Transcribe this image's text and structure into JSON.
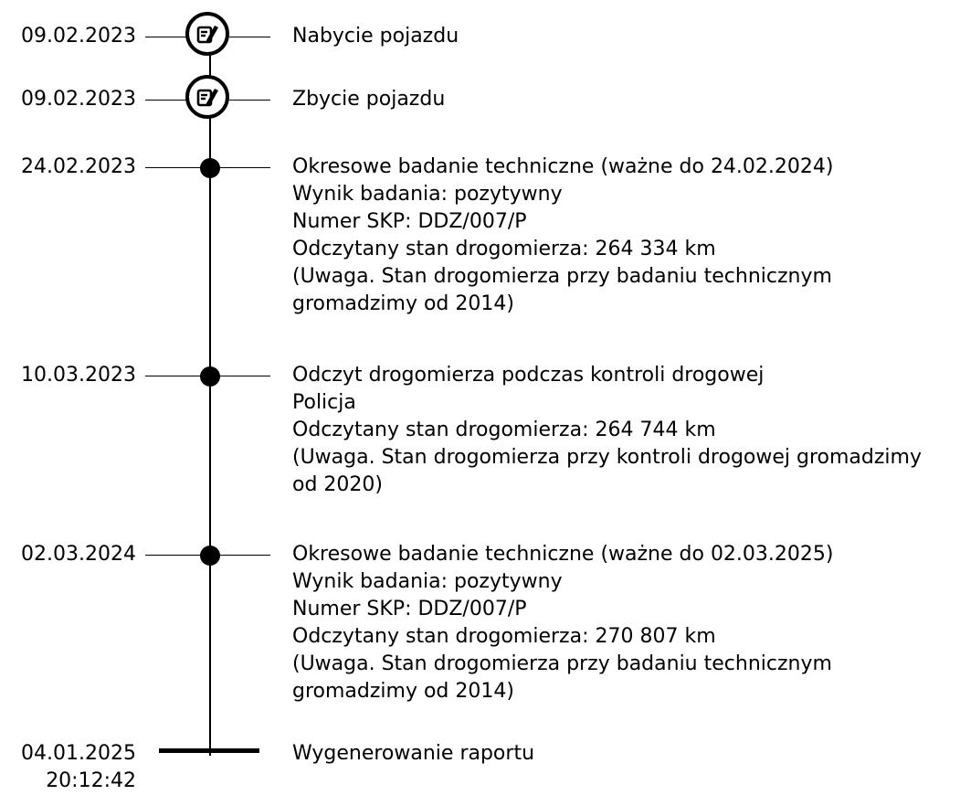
{
  "events": [
    {
      "date": "09.02.2023",
      "marker": "document-edit-icon",
      "lines": [
        "Nabycie pojazdu"
      ]
    },
    {
      "date": "09.02.2023",
      "marker": "document-edit-icon",
      "lines": [
        "Zbycie pojazdu"
      ]
    },
    {
      "date": "24.02.2023",
      "marker": "dot",
      "lines": [
        "Okresowe badanie techniczne (ważne do 24.02.2024)",
        "Wynik badania: pozytywny",
        "Numer SKP: DDZ/007/P",
        "Odczytany stan drogomierza: 264 334 km",
        "(Uwaga. Stan drogomierza przy badaniu technicznym",
        "gromadzimy od 2014)"
      ]
    },
    {
      "date": "10.03.2023",
      "marker": "dot",
      "lines": [
        "Odczyt drogomierza podczas kontroli drogowej",
        "Policja",
        "Odczytany stan drogomierza: 264 744 km",
        "(Uwaga. Stan drogomierza przy kontroli drogowej gromadzimy",
        "od 2020)"
      ]
    },
    {
      "date": "02.03.2024",
      "marker": "dot",
      "lines": [
        "Okresowe badanie techniczne (ważne do 02.03.2025)",
        "Wynik badania: pozytywny",
        "Numer SKP: DDZ/007/P",
        "Odczytany stan drogomierza: 270 807 km",
        "(Uwaga. Stan drogomierza przy badaniu technicznym",
        "gromadzimy od 2014)"
      ]
    }
  ],
  "report": {
    "date": "04.01.2025",
    "time": "20:12:42",
    "label": "Wygenerowanie raportu"
  }
}
